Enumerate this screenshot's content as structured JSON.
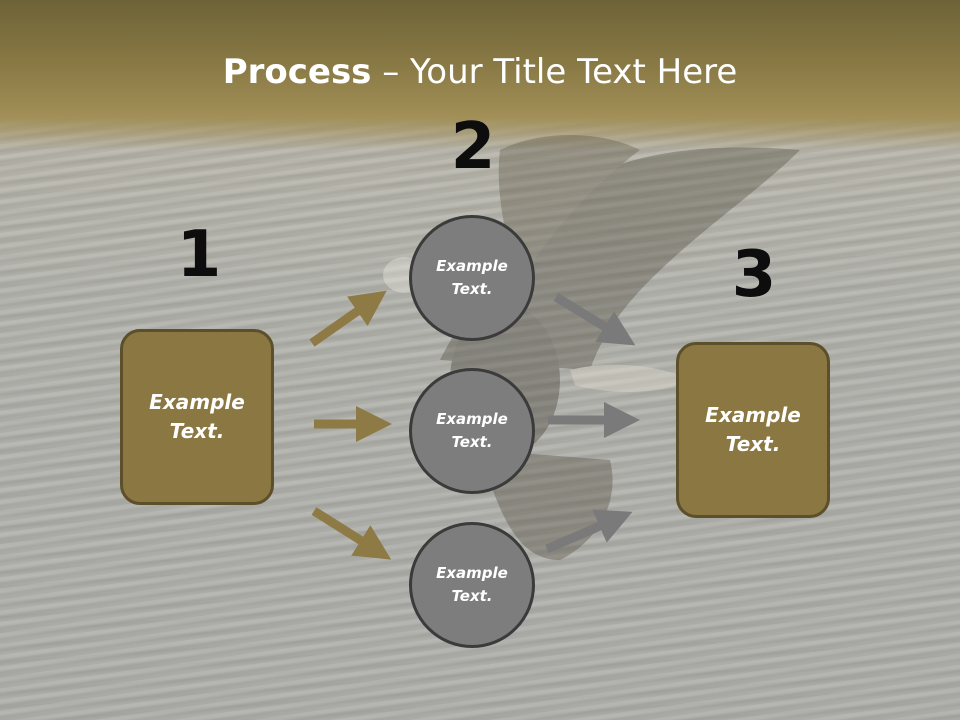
{
  "slide": {
    "title_bold": "Process",
    "title_rest": " – Your Title Text Here",
    "steps": [
      {
        "number": "1",
        "text_line1": "Example",
        "text_line2": "Text."
      },
      {
        "number": "2"
      },
      {
        "number": "3",
        "text_line1": "Example",
        "text_line2": "Text."
      }
    ],
    "circles": [
      {
        "text_line1": "Example",
        "text_line2": "Text."
      },
      {
        "text_line1": "Example",
        "text_line2": "Text."
      },
      {
        "text_line1": "Example",
        "text_line2": "Text."
      }
    ]
  },
  "colors": {
    "accent_gold": "#8a7742",
    "accent_gold_border": "#5c4f2a",
    "circle_gray": "#7d7d7d",
    "arrow_gold": "#8d7a45",
    "arrow_gray": "#7a7a7a"
  }
}
